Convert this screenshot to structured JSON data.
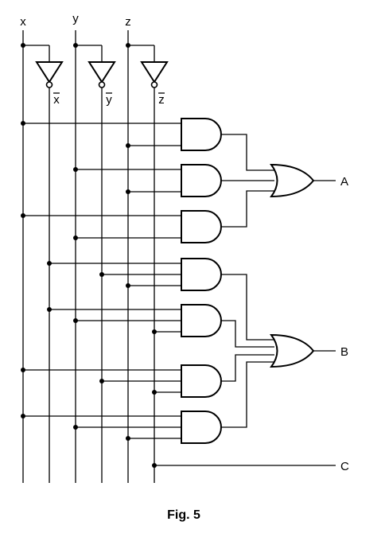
{
  "inputs": {
    "x": "x",
    "y": "y",
    "z": "z"
  },
  "complements": {
    "x": "x",
    "y": "y",
    "z": "z"
  },
  "outputs": {
    "a": "A",
    "b": "B",
    "c": "C"
  },
  "caption": "Fig. 5"
}
